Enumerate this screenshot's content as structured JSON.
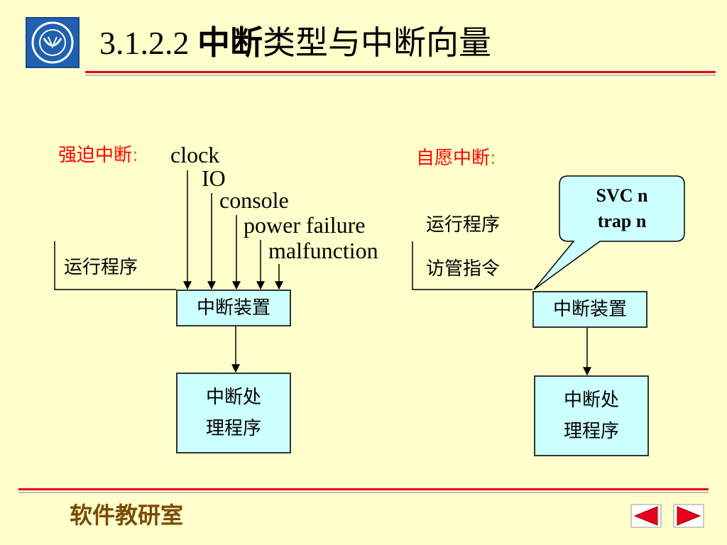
{
  "header": {
    "title_number": "3.1.2.2 ",
    "title_bold": "中断",
    "title_rest": "类型与中断向量"
  },
  "left": {
    "label": "强迫中断",
    "colon": ":",
    "sources": [
      "clock",
      "IO",
      "console",
      "power failure",
      "malfunction"
    ],
    "program": "运行程序",
    "device": "中断装置",
    "handler_line1": "中断处",
    "handler_line2": "理程序"
  },
  "right": {
    "label": "自愿中断",
    "colon": ":",
    "program_line1": "运行程序",
    "program_line2": "访管指令",
    "callout_line1": "SVC n",
    "callout_line2": "trap n",
    "device": "中断装置",
    "handler_line1": "中断处",
    "handler_line2": "理程序"
  },
  "footer": {
    "text": "软件教研室"
  },
  "colors": {
    "background": "#FFFFCC",
    "accent_red": "#E8001C",
    "box_fill": "#CCFFFF",
    "label_red": "#FF0000"
  }
}
